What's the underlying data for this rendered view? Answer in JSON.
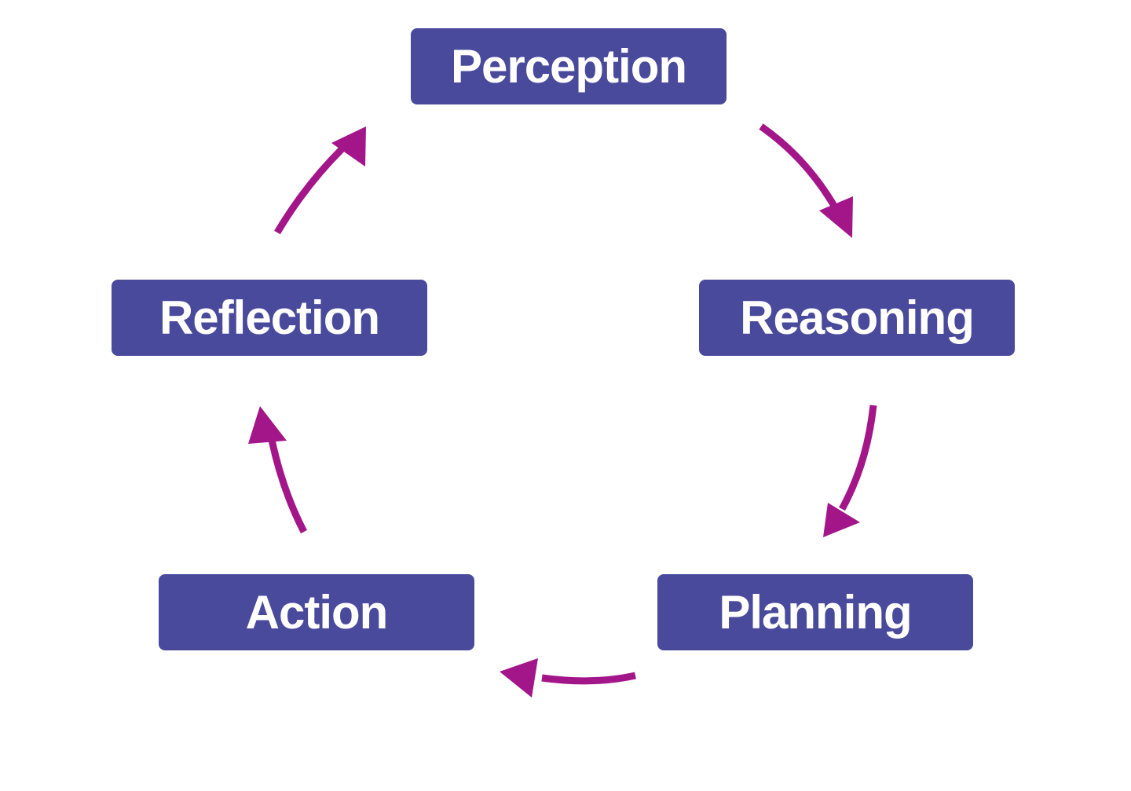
{
  "colors": {
    "node_fill": "#4a4a9c",
    "node_text": "#ffffff",
    "arrow": "#a3168a",
    "background": "#ffffff"
  },
  "nodes": {
    "perception": "Perception",
    "reasoning": "Reasoning",
    "planning": "Planning",
    "action": "Action",
    "reflection": "Reflection"
  },
  "edges": [
    {
      "from": "Perception",
      "to": "Reasoning"
    },
    {
      "from": "Reasoning",
      "to": "Planning"
    },
    {
      "from": "Planning",
      "to": "Action"
    },
    {
      "from": "Action",
      "to": "Reflection"
    },
    {
      "from": "Reflection",
      "to": "Perception"
    }
  ]
}
